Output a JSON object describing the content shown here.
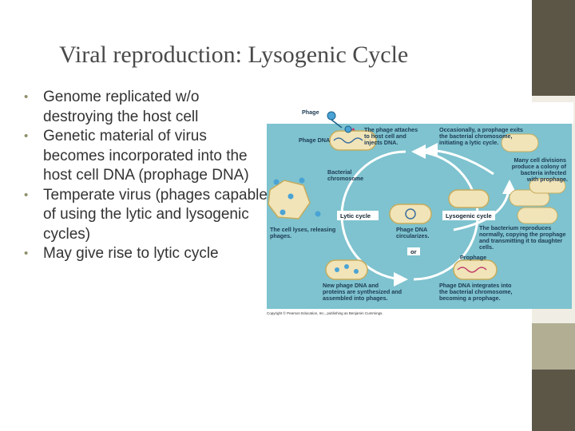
{
  "slide": {
    "title": "Viral reproduction:  Lysogenic Cycle",
    "bullets": [
      "Genome replicated w/o destroying the host cell",
      "Genetic material of virus becomes incorporated into the host cell DNA (prophage DNA)",
      "Temperate virus (phages capable of using the lytic and lysogenic cycles)",
      "May give rise to lytic cycle"
    ]
  },
  "theme": {
    "sidebar_colors": [
      "#5c5647",
      "#f0ede4",
      "#b2ae94",
      "#5c5647"
    ],
    "diagram_bg": "#7ec3cf",
    "cell_fill": "#f1e4b8"
  },
  "diagram": {
    "labels": {
      "phage": "Phage",
      "phage_dna": "Phage DNA",
      "bacterial_chromosome": [
        "Bacterial",
        "chromosome"
      ],
      "attach": [
        "The phage attaches",
        "to host cell and",
        "injects DNA."
      ],
      "exits": [
        "Occasionally, a prophage exits",
        "the bacterial chromosome,",
        "initiating a lytic cycle."
      ],
      "divisions": [
        "Many cell divisions",
        "produce a colony of",
        "bacteria infected",
        "with prophage."
      ],
      "lytic_cycle": "Lytic cycle",
      "lysogenic_cycle": "Lysogenic cycle",
      "lyses": [
        "The cell lyses, releasing",
        "phages."
      ],
      "circularizes": [
        "Phage DNA",
        "circularizes."
      ],
      "or": "or",
      "reproduces": [
        "The bacterium reproduces",
        "normally, copying the prophage",
        "and transmitting it to daughter",
        "cells."
      ],
      "prophage": "Prophage",
      "synthesized": [
        "New phage DNA and",
        "proteins are synthesized and",
        "assembled into phages."
      ],
      "integrates": [
        "Phage DNA integrates into",
        "the bacterial chromosome,",
        "becoming a prophage."
      ],
      "copyright": "Copyright © Pearson Education, Inc., publishing as Benjamin Cummings."
    }
  }
}
